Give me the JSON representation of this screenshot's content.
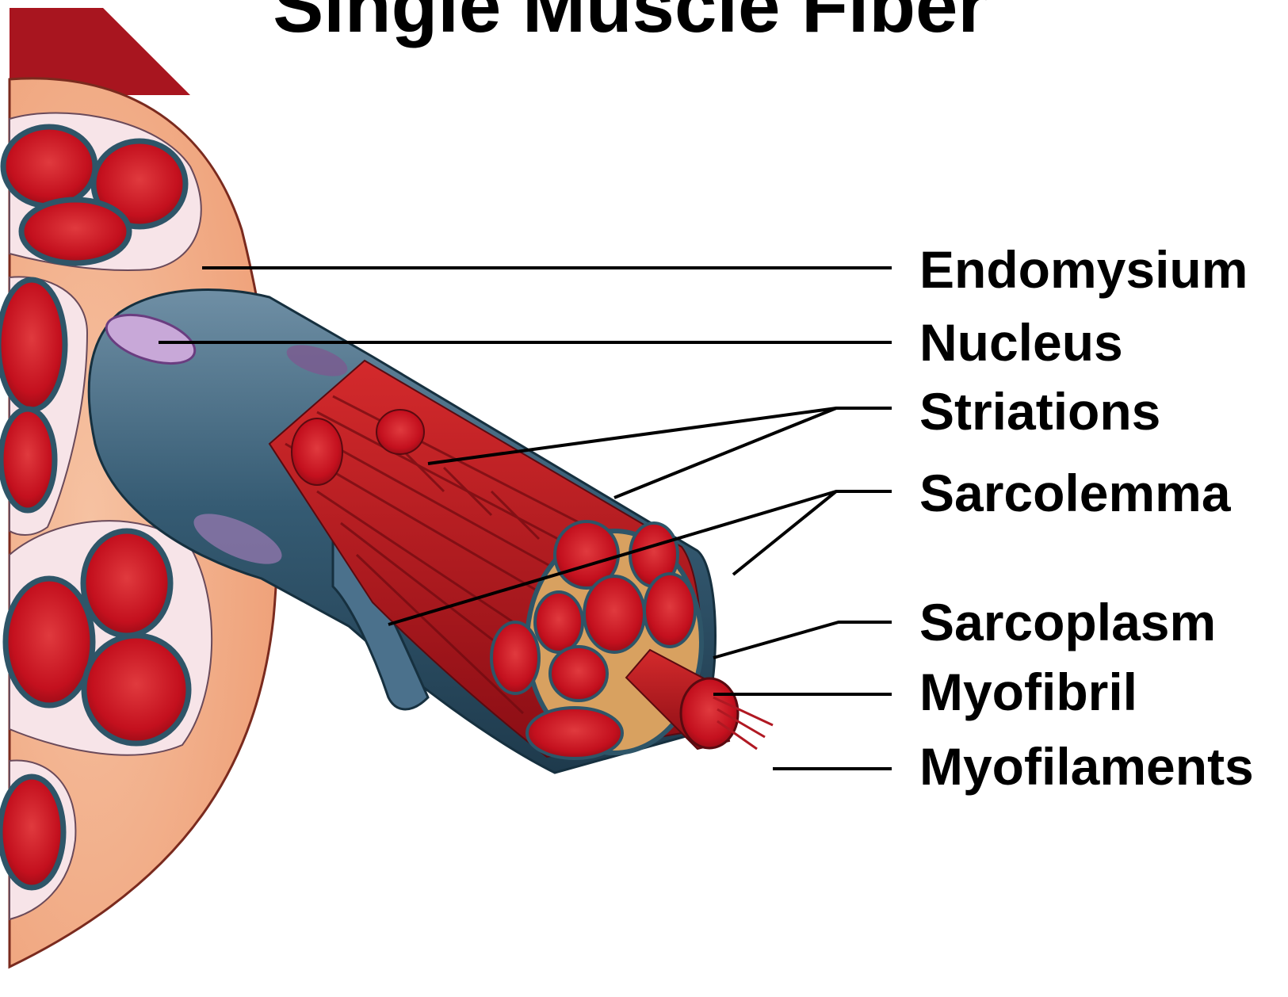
{
  "title": "Single Muscle Fiber",
  "labels": {
    "endomysium": "Endomysium",
    "nucleus": "Nucleus",
    "striations": "Striations",
    "sarcolemma": "Sarcolemma",
    "sarcoplasm": "Sarcoplasm",
    "myofibril": "Myofibril",
    "myofilaments": "Myofilaments"
  },
  "colors": {
    "muscle_red": "#c4101e",
    "muscle_dark": "#8e0c15",
    "connective_tissue": "#f1a77f",
    "sarcolemma_blue": "#345a72",
    "fiber_outline": "#2e5568"
  }
}
